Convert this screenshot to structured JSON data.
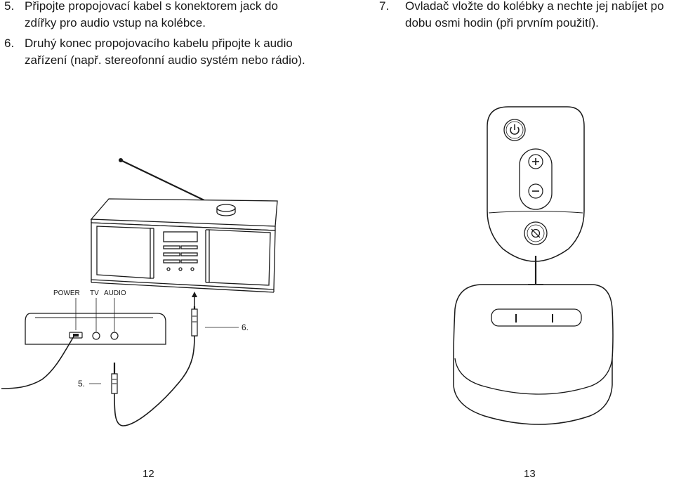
{
  "steps": {
    "step5": {
      "number": "5.",
      "text": "Připojte propojovací kabel s konektorem jack do zdířky pro audio vstup na kolébce."
    },
    "step6": {
      "number": "6.",
      "text": "Druhý konec propojovacího kabelu připojte k audio zařízení (např. stereofonní audio systém nebo rádio)."
    },
    "step7": {
      "number": "7.",
      "text": "Ovladač vložte do kolébky a nechte jej nabíjet po dobu osmi hodin (při prvním použití)."
    }
  },
  "illustration": {
    "port_labels": {
      "power": "POWER",
      "tv": "TV",
      "audio": "AUDIO"
    },
    "callout_5": "5.",
    "callout_6": "6.",
    "icons": [
      "radio-icon",
      "cradle-icon",
      "audio-cable-icon",
      "remote-control-icon",
      "power-icon",
      "plus-icon",
      "minus-icon",
      "mute-icon",
      "charging-cradle-icon",
      "down-arrow-icon",
      "up-arrow-icon"
    ]
  },
  "page_numbers": {
    "left": "12",
    "right": "13"
  }
}
